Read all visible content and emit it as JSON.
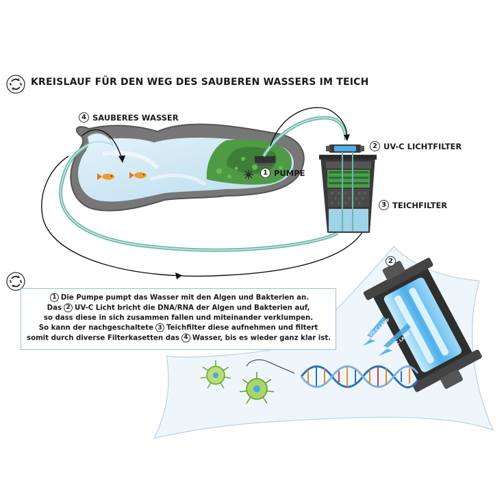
{
  "title": "KREISLAUF FÜR DEN WEG DES SAUBEREN WASSERS IM TEICH",
  "labels": {
    "clean_water": {
      "num": "4",
      "text": "SAUBERES WASSER"
    },
    "uvc": {
      "num": "2",
      "text": "UV-C LICHTFILTER"
    },
    "pump": {
      "num": "1",
      "text": "PUMPE"
    },
    "pond_filter": {
      "num": "3",
      "text": "TEICHFILTER"
    },
    "lamp_num": "2"
  },
  "description": {
    "line1": {
      "num": "1",
      "text": "Die Pumpe pumpt das Wasser mit den Algen und Bakterien an."
    },
    "line2": {
      "pre": "Das",
      "num": "2",
      "text": "UV-C Licht bricht die DNA/RNA der Algen und Bakterien auf,"
    },
    "line3": "so dass diese in sich zusammen fallen und miteinander verklumpen.",
    "line4": {
      "pre": "So kann der nachgeschaltete",
      "num": "3",
      "text": "Teichfilter diese aufnehmen und filtert"
    },
    "line5": {
      "pre": "somit durch diverse Filterkasetten das",
      "num": "4",
      "text": "Wasser, bis es wieder ganz klar ist."
    }
  },
  "lamp_text": "UV-C LAMP",
  "colors": {
    "pond_water": "#cfe6f2",
    "pond_rim": "#6b6b6b",
    "plants": "#4f9a45",
    "hose": "#6bb8a8",
    "filter_body": "#3a3a3a",
    "uv_glow": "#7ec8f0",
    "algae": "#8cc63f",
    "dna_blue": "#2f6fb5",
    "dna_orange": "#e08a2c"
  }
}
